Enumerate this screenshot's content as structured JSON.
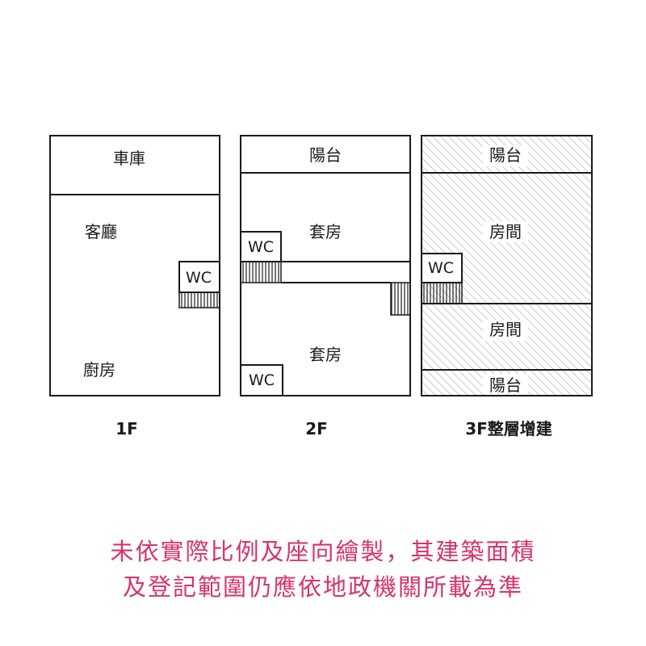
{
  "colors": {
    "line": "#1a1a1a",
    "hatch": "#a9a9a9",
    "disclaimer": "#d6336c"
  },
  "floors": {
    "f1": {
      "label": "1F",
      "garage": "車庫",
      "living_room": "客廳",
      "kitchen": "廚房",
      "wc": "WC"
    },
    "f2": {
      "label": "2F",
      "balcony": "陽台",
      "suite_top": "套房",
      "suite_bottom": "套房",
      "wc_top": "WC",
      "wc_bottom": "WC"
    },
    "f3": {
      "label": "3F整層增建",
      "balcony_top": "陽台",
      "room_top": "房間",
      "room_bottom": "房間",
      "balcony_bottom": "陽台",
      "wc": "WC"
    }
  },
  "disclaimer": {
    "line1": "未依實際比例及座向繪製，其建築面積",
    "line2": "及登記範圍仍應依地政機關所載為準"
  }
}
